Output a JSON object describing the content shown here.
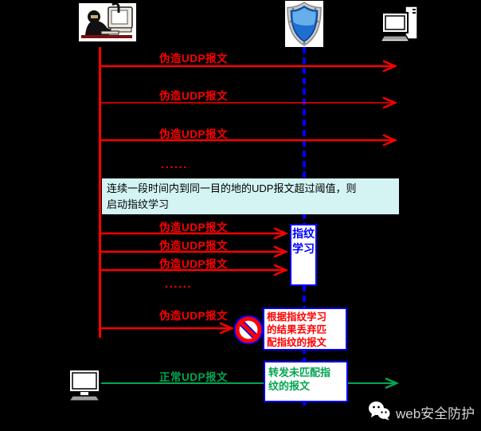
{
  "messages": {
    "forged": "伪造UDP报文",
    "normal": "正常UDP报文",
    "ellipsis": "......"
  },
  "note": {
    "lines": [
      "连续一段时间内到同一目的地的UDP报文超过阈值，则",
      "启动指纹学习"
    ]
  },
  "boxes": {
    "fingerprint_learning": "指纹学习",
    "discard_lines": [
      "根据指纹学习",
      "的结果丢弃匹",
      "配指纹的报文"
    ],
    "forward_lines": [
      "转发未匹配指",
      "纹的报文"
    ]
  },
  "footer": {
    "brand": "web安全防护"
  },
  "icons": {
    "attacker": "hacker-at-computer",
    "firewall": "blue-shield",
    "server": "desktop-computer",
    "client": "desktop-computer",
    "blocked": "no-entry-sign",
    "brand": "wechat-logo"
  },
  "colors": {
    "attack": "#ff0000",
    "normal_traffic": "#00a651",
    "lifeline": "#0000ff",
    "note_bg": "#d4f4f4",
    "box_border": "#0000ff",
    "background": "#000000"
  }
}
